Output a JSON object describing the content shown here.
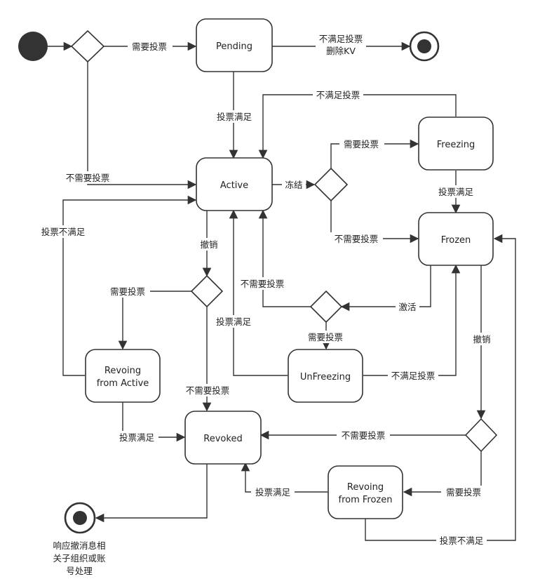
{
  "colors": {
    "stroke": "#333333",
    "start_fill": "#333333",
    "background": "#ffffff"
  },
  "nodes": {
    "pending": "Pending",
    "active": "Active",
    "freezing": "Freezing",
    "frozen": "Frozen",
    "revoing_from_active_line1": "Revoing",
    "revoing_from_active_line2": "from Active",
    "unfreezing": "UnFreezing",
    "revoked": "Revoked",
    "revoing_from_frozen_line1": "Revoing",
    "revoing_from_frozen_line2": "from Frozen"
  },
  "edges": {
    "need_vote": "需要投票",
    "not_enough_vote_line1": "不满足投票",
    "not_enough_vote_line2": "删除KV",
    "vote_satisfied_pending": "投票满足",
    "no_vote_needed_active": "不需要投票",
    "freeze": "冻结",
    "freezing_need_vote": "需要投票",
    "freezing_not_enough": "不满足投票",
    "freezing_satisfied": "投票满足",
    "freeze_no_vote": "不需要投票",
    "revoke_active": "撤销",
    "revoing_active_not_enough": "投票不满足",
    "revoke_need_vote": "需要投票",
    "revoke_no_vote": "不需要投票",
    "activate": "激活",
    "activate_no_vote": "不需要投票",
    "activate_need_vote": "需要投票",
    "unfreezing_satisfied": "投票满足",
    "unfreezing_not_enough": "不满足投票",
    "revoing_active_satisfied": "投票满足",
    "revoke_frozen": "撤销",
    "revoke_frozen_no_vote": "不需要投票",
    "revoke_frozen_need_vote": "需要投票",
    "revoing_frozen_satisfied": "投票满足",
    "revoing_frozen_not_enough": "投票不满足"
  },
  "final_note": {
    "line1": "响应撤消息相",
    "line2": "关子组织或账",
    "line3": "号处理"
  }
}
